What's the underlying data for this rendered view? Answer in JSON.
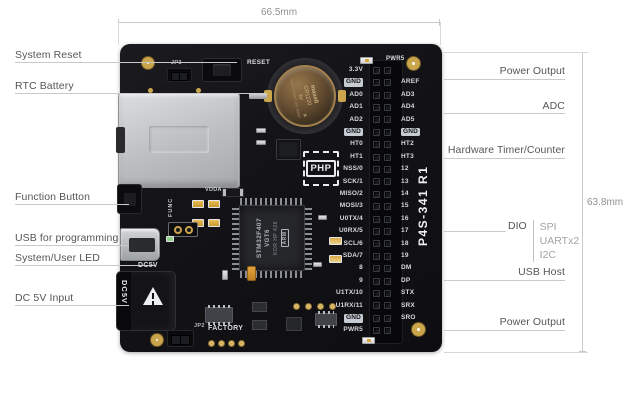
{
  "dimensions": {
    "width": "66.5mm",
    "height": "63.8mm"
  },
  "callouts": {
    "left": [
      "System Reset",
      "RTC Battery",
      "Function Button",
      "USB for programming",
      "System/User LED",
      "DC 5V Input"
    ],
    "right": [
      "Power Output",
      "ADC",
      "Hardware Timer/Counter",
      "USB Host",
      "Power Output"
    ],
    "dio": {
      "label": "DIO",
      "sub": [
        "SPI",
        "UARTx2",
        "I2C"
      ]
    }
  },
  "board": {
    "model": "P4S-341 R1",
    "silkscreen": {
      "reset": "RESET",
      "jp3": "JP3",
      "func": "FUNC",
      "vdda": "VDDA",
      "dc5v_silk": "DC5V",
      "dc5v_jack": "DC5V",
      "jp2": "JP2",
      "factory": "FACTORY",
      "pwr5_top": "PWR5",
      "pwr5_bottom": "PWR5"
    },
    "php_logo": "PHP",
    "battery": {
      "line1": "maxell",
      "line2": "CR1220",
      "line3": "3V",
      "ring_text": "Hitachi Maxell, Ltd. Japan",
      "plus": "+"
    },
    "mcu": {
      "line1": "STM32F407",
      "line2": "VGT6",
      "line3": "KOR HP 426",
      "arm": "ARM"
    },
    "header_rows": [
      {
        "l": "3.3V",
        "r": ""
      },
      {
        "l": "GND",
        "r": "AREF"
      },
      {
        "l": "AD0",
        "r": "AD3"
      },
      {
        "l": "AD1",
        "r": "AD4"
      },
      {
        "l": "AD2",
        "r": "AD5"
      },
      {
        "l": "GND",
        "r": "GND"
      },
      {
        "l": "HT0",
        "r": "HT2"
      },
      {
        "l": "HT1",
        "r": "HT3"
      },
      {
        "l": "NSS/0",
        "r": "12"
      },
      {
        "l": "SCK/1",
        "r": "13"
      },
      {
        "l": "MISO/2",
        "r": "14"
      },
      {
        "l": "MOSI/3",
        "r": "15"
      },
      {
        "l": "U0TX/4",
        "r": "16"
      },
      {
        "l": "U0RX/5",
        "r": "17"
      },
      {
        "l": "SCL/6",
        "r": "18"
      },
      {
        "l": "SDA/7",
        "r": "19"
      },
      {
        "l": "8",
        "r": "DM"
      },
      {
        "l": "9",
        "r": "DP"
      },
      {
        "l": "U1TX/10",
        "r": "STX"
      },
      {
        "l": "U1RX/11",
        "r": "SRX"
      },
      {
        "l": "GND",
        "r": "SRO"
      },
      {
        "l": "PWR5",
        "r": ""
      }
    ]
  },
  "colors": {
    "board": "#131317",
    "gold": "#cba54c",
    "silk": "#d9dce0",
    "label": "#55565a",
    "line": "#c9c9cb",
    "dim_text": "#919193"
  }
}
